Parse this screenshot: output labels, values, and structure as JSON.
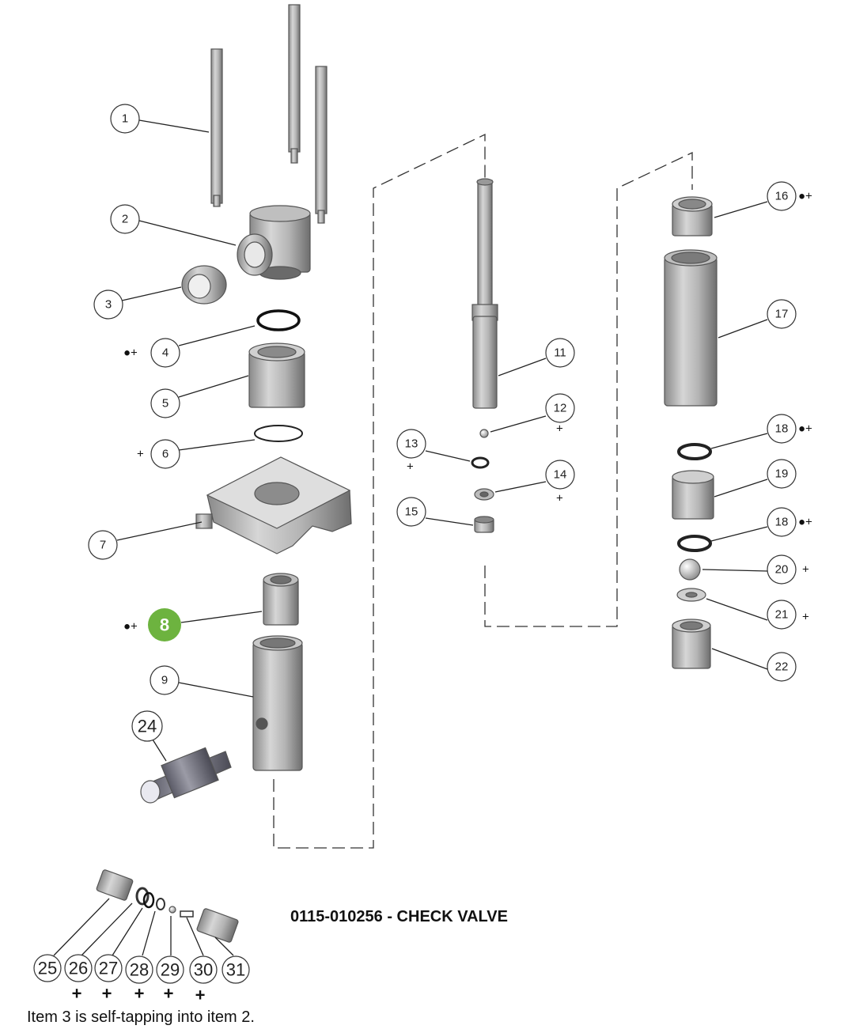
{
  "title": "0115-010256 - CHECK VALVE",
  "note": "Item 3 is self-tapping into item 2.",
  "highlight_color": "#6db33f",
  "callouts": [
    {
      "id": "1",
      "label": "1",
      "mark": ""
    },
    {
      "id": "2",
      "label": "2",
      "mark": ""
    },
    {
      "id": "3",
      "label": "3",
      "mark": ""
    },
    {
      "id": "4",
      "label": "4",
      "mark": "●+"
    },
    {
      "id": "5",
      "label": "5",
      "mark": ""
    },
    {
      "id": "6",
      "label": "6",
      "mark": "+"
    },
    {
      "id": "7",
      "label": "7",
      "mark": ""
    },
    {
      "id": "8",
      "label": "8",
      "mark": "●+"
    },
    {
      "id": "9",
      "label": "9",
      "mark": ""
    },
    {
      "id": "11",
      "label": "11",
      "mark": ""
    },
    {
      "id": "12",
      "label": "12",
      "mark": "+"
    },
    {
      "id": "13",
      "label": "13",
      "mark": "+"
    },
    {
      "id": "14",
      "label": "14",
      "mark": "+"
    },
    {
      "id": "15",
      "label": "15",
      "mark": ""
    },
    {
      "id": "16",
      "label": "16",
      "mark": "●+"
    },
    {
      "id": "17",
      "label": "17",
      "mark": ""
    },
    {
      "id": "18a",
      "label": "18",
      "mark": "●+"
    },
    {
      "id": "19",
      "label": "19",
      "mark": ""
    },
    {
      "id": "18b",
      "label": "18",
      "mark": "●+"
    },
    {
      "id": "20",
      "label": "20",
      "mark": "+"
    },
    {
      "id": "21",
      "label": "21",
      "mark": "+"
    },
    {
      "id": "22",
      "label": "22",
      "mark": ""
    },
    {
      "id": "24",
      "label": "24",
      "mark": ""
    }
  ],
  "bottom_callouts": [
    {
      "label": "25",
      "mark": ""
    },
    {
      "label": "26",
      "mark": "+"
    },
    {
      "label": "27",
      "mark": "+"
    },
    {
      "label": "28",
      "mark": "+"
    },
    {
      "label": "29",
      "mark": "+"
    },
    {
      "label": "30",
      "mark": "+"
    },
    {
      "label": "31",
      "mark": ""
    }
  ]
}
